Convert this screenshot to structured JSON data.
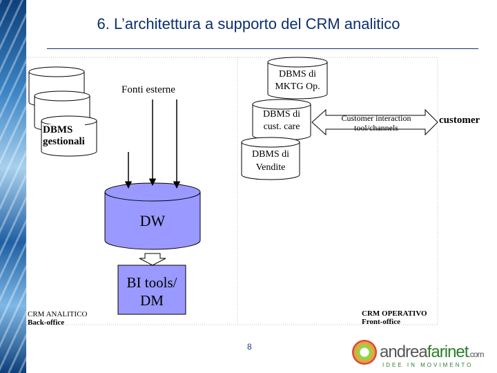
{
  "slide": {
    "title": "6. L’architettura a supporto del CRM analitico",
    "page_number": "8"
  },
  "diagram": {
    "fonti_esterne": "Fonti esterne",
    "dbms_gestionali": [
      "DBMS",
      "gestionali"
    ],
    "dbms_mktg": [
      "DBMS di",
      "MKTG Op."
    ],
    "dbms_care": [
      "DBMS di",
      "cust. care"
    ],
    "dbms_vendite": [
      "DBMS di",
      "Vendite"
    ],
    "customer_interaction": [
      "Customer interaction",
      "tool/channels"
    ],
    "customer": "customer",
    "dw": "DW",
    "bi_tools": [
      "BI tools/",
      "DM"
    ],
    "crm_analitico": [
      "CRM ANALITICO",
      "Back-office"
    ],
    "crm_operativo": [
      "CRM OPERATIVO",
      "Front-office"
    ]
  },
  "logo": {
    "brand_a": "andrea",
    "brand_b": "farinet",
    "brand_c": ".com",
    "tagline": "IDEE IN MOVIMENTO"
  },
  "colors": {
    "title": "#0b2f6b",
    "dw_fill": "#9999ff",
    "logo_green": "#2b7d2b"
  }
}
